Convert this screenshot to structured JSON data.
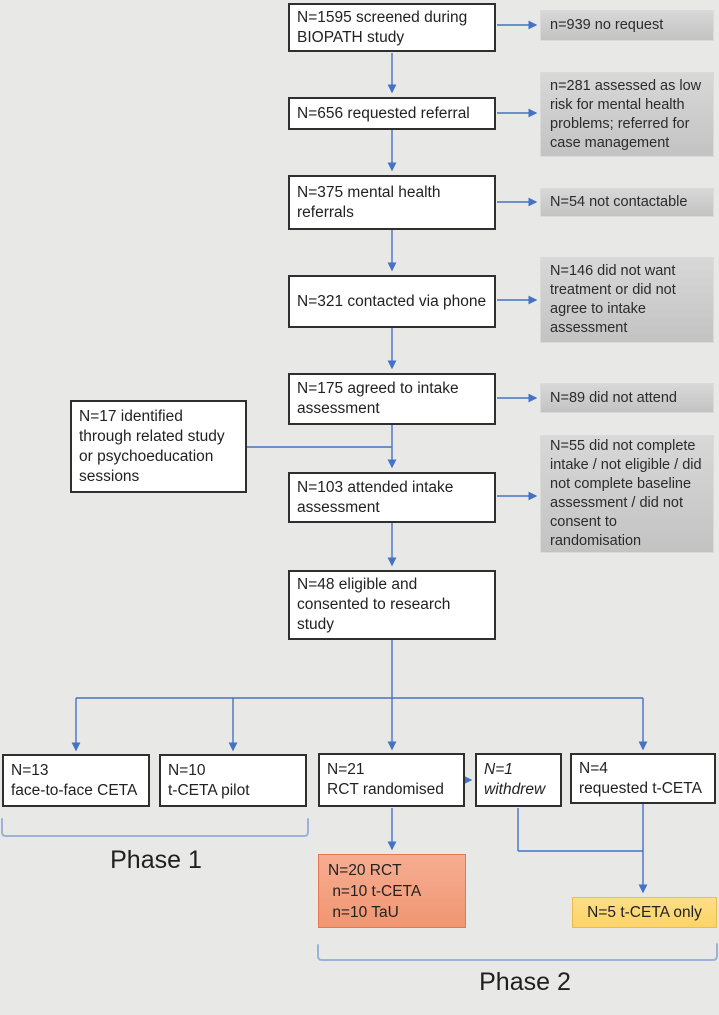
{
  "boxes": {
    "screened": "N=1595 screened during BIOPATH study",
    "requested": "N=656 requested referral",
    "referrals": "N=375 mental health referrals",
    "contacted": "N=321 contacted via phone",
    "agreed": "N=175 agreed to intake assessment",
    "identified": "N=17 identified through related study or psychoeducation sessions",
    "attended": "N=103 attended intake assessment",
    "eligible": "N=48 eligible and consented to research study"
  },
  "callouts": {
    "no_request": "n=939 no request",
    "low_risk": "n=281 assessed as low risk for mental health problems; referred for case management",
    "not_contactable": "N=54 not contactable",
    "did_not_want": "N=146 did not want treatment or did not agree to intake assessment",
    "did_not_attend": "N=89 did not attend",
    "not_completed": "N=55 did not complete intake / not eligible / did not complete baseline assessment / did not consent to randomisation"
  },
  "arms": {
    "face_to_face": "N=13\nface-to-face CETA",
    "tceta_pilot": "N=10\nt-CETA pilot",
    "rct": "N=21\nRCT randomised",
    "withdrew": "N=1\nwithdrew",
    "requested_tceta": "N=4\nrequested t-CETA"
  },
  "results": {
    "rct_result": "N=20 RCT\n n=10 t-CETA\n n=10 TaU",
    "tceta_only": "N=5 t-CETA only"
  },
  "phases": {
    "phase1": "Phase 1",
    "phase2": "Phase 2"
  },
  "colors": {
    "connector": "#4472C4",
    "bracket": "#9DB2D9",
    "box_border": "#2F2F2F",
    "callout_fill": "#CBCBCB",
    "orange_fill": "#F3A183",
    "orange_border": "#E87750",
    "yellow_fill": "#FBD76F",
    "yellow_border": "#EDBB4E",
    "background": "#E8E8E7"
  }
}
